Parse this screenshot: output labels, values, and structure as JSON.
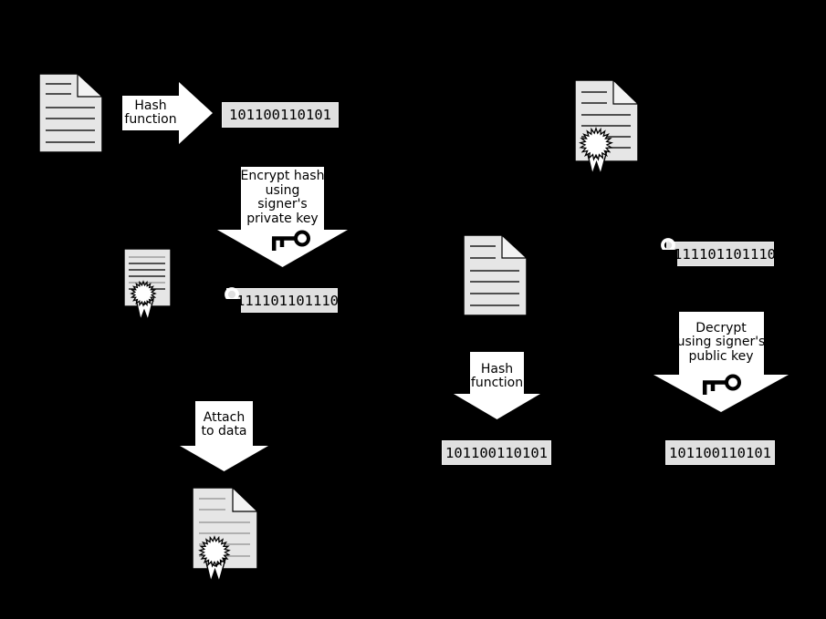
{
  "diagram": {
    "name": "Digital signature signing and verification diagram",
    "background_color": "#000000",
    "colors": {
      "arrow_fill": "#ffffff",
      "box_fill": "#e0e0e0",
      "document_fill": "#e6e6e6",
      "text": "#000000",
      "seal_fill": "#ffffff"
    }
  },
  "signing": {
    "data_document_icon": "document-icon",
    "hash_arrow_label": "Hash\nfunction",
    "hash_value": "101100110101",
    "encrypt_arrow_label": "Encrypt hash\nusing signer's\nprivate key",
    "encrypt_key_icon": "key-icon",
    "certificate_icon": "certificate-icon",
    "lock_icon": "lock-icon",
    "signature_value": "111101101110",
    "attach_arrow_label": "Attach\nto data",
    "signed_document_icon": "signed-document-icon"
  },
  "verification": {
    "signed_document_icon": "signed-document-icon",
    "data_document_icon": "document-icon",
    "lock_icon": "lock-icon",
    "signature_value": "111101101110",
    "hash_arrow_label": "Hash\nfunction",
    "decrypt_arrow_label": "Decrypt\nusing signer's\npublic key",
    "decrypt_key_icon": "key-icon",
    "computed_hash_value": "101100110101",
    "decrypted_hash_value": "101100110101"
  }
}
